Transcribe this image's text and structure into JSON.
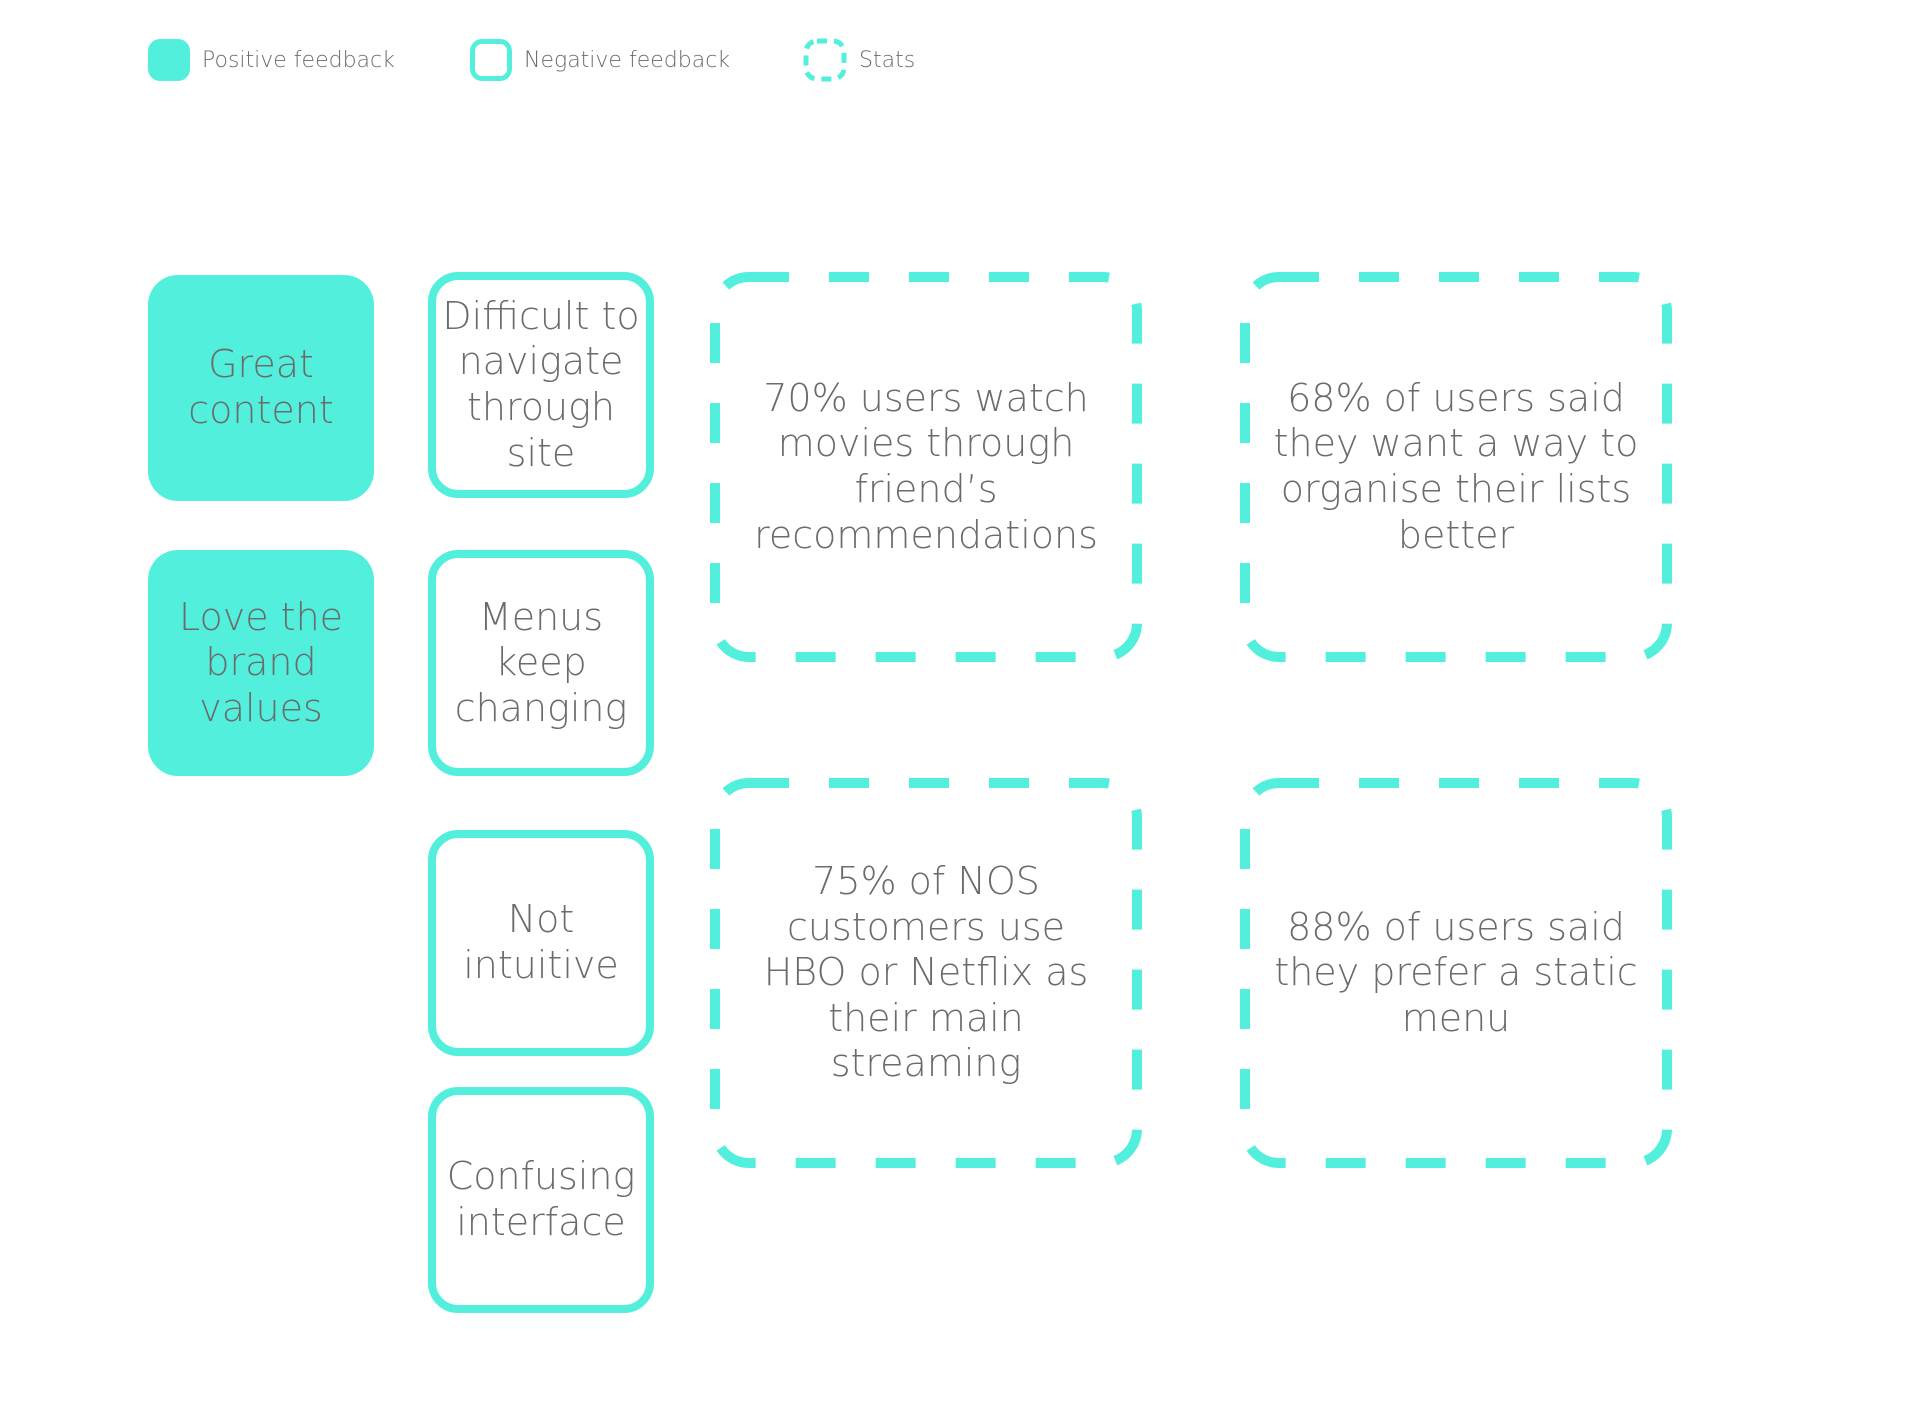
{
  "colors": {
    "accent": "#52f0dc",
    "text": "#6b6b6b",
    "background": "#ffffff"
  },
  "legend": {
    "positive_label": "Positive feedback",
    "negative_label": "Negative feedback",
    "stats_label": "Stats"
  },
  "positive_feedback": [
    "Great content",
    "Love the brand values"
  ],
  "negative_feedback": [
    "Difficult to navigate through site",
    "Menus keep changing",
    "Not intuitive",
    "Confusing interface"
  ],
  "stats": [
    "70% users watch movies through friend’s recommendations",
    "68% of users said they want a way to organise their lists better",
    "75% of NOS customers use HBO or Netflix as their main streaming",
    "88% of users said they prefer a static menu"
  ]
}
